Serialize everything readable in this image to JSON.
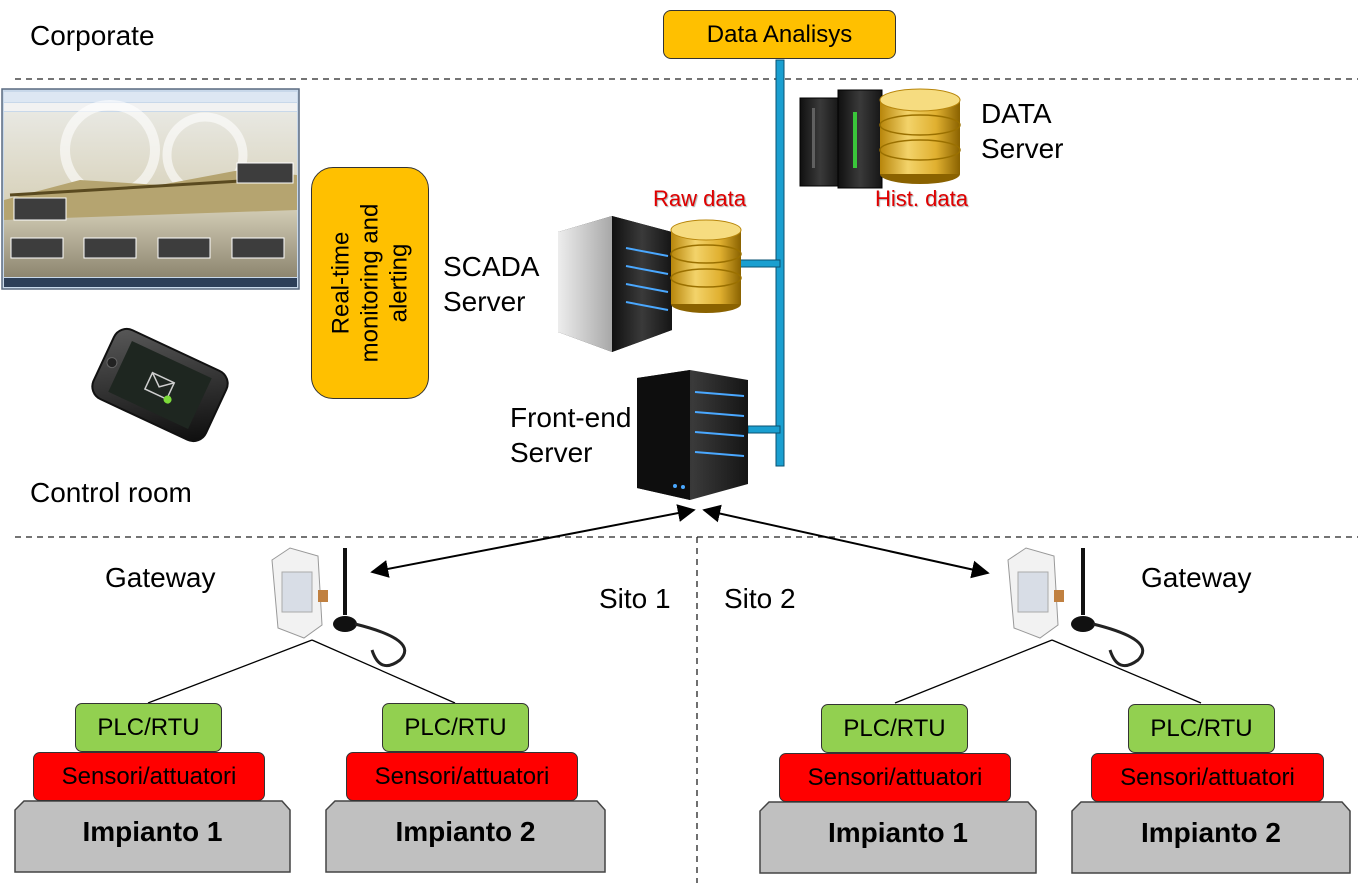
{
  "zones": {
    "corporate": "Corporate",
    "control_room": "Control room",
    "site1": "Sito 1",
    "site2": "Sito 2"
  },
  "data_analysis": "Data Analisys",
  "realtime": {
    "line1": "Real-time",
    "line2": "monitoring and",
    "line3": "alerting"
  },
  "data_server": {
    "line1": "DATA",
    "line2": "Server",
    "hist": "Hist. data"
  },
  "scada_server": {
    "line1": "SCADA",
    "line2": "Server",
    "raw": "Raw data"
  },
  "frontend_server": {
    "line1": "Front-end",
    "line2": "Server"
  },
  "gateway_left": "Gateway",
  "gateway_right": "Gateway",
  "site1": {
    "plants": [
      {
        "plc": "PLC/RTU",
        "sensors": "Sensori/attuatori",
        "plant": "Impianto 1"
      },
      {
        "plc": "PLC/RTU",
        "sensors": "Sensori/attuatori",
        "plant": "Impianto 2"
      }
    ]
  },
  "site2": {
    "plants": [
      {
        "plc": "PLC/RTU",
        "sensors": "Sensori/attuatori",
        "plant": "Impianto 1"
      },
      {
        "plc": "PLC/RTU",
        "sensors": "Sensori/attuatori",
        "plant": "Impianto 2"
      }
    ]
  },
  "colors": {
    "yellow": "#ffc000",
    "green": "#92d050",
    "red": "#ff0000",
    "plant_gray": "#c0c0c0",
    "bus_blue": "#1a9fd0",
    "label_red": "#e00000"
  }
}
